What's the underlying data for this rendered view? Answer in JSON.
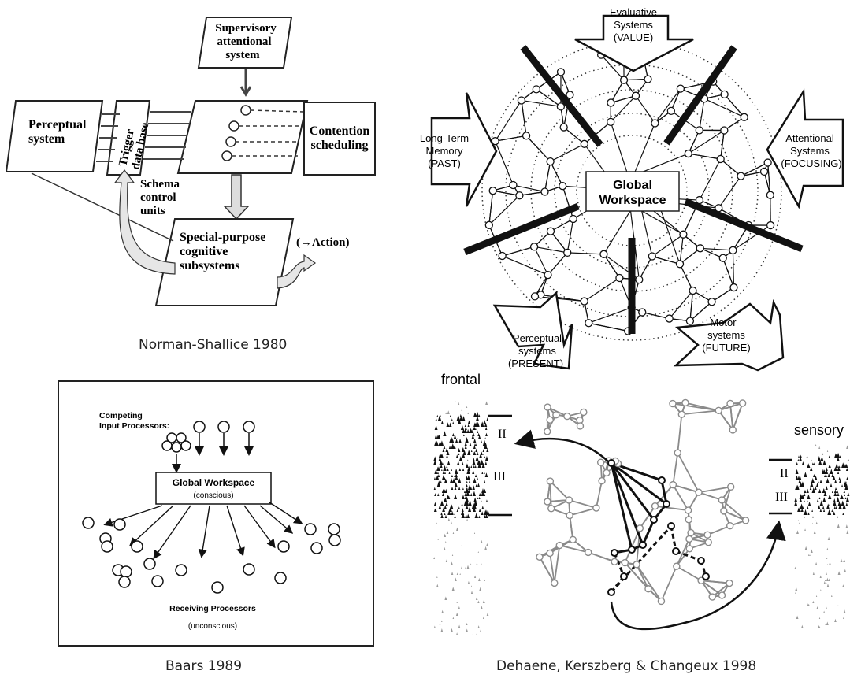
{
  "norman_shallice": {
    "caption": "Norman-Shallice 1980",
    "supervisory": [
      "Supervisory",
      "attentional",
      "system"
    ],
    "perceptual": [
      "Perceptual",
      "system"
    ],
    "trigger": [
      "Trigger",
      "data base"
    ],
    "contention": [
      "Contention",
      "scheduling"
    ],
    "schema": [
      "Schema",
      "control",
      "units"
    ],
    "special": [
      "Special-purpose",
      "cognitive",
      "subsystems"
    ],
    "action": "(→Action)"
  },
  "baars": {
    "caption": "Baars 1989",
    "competing": [
      "Competing",
      "Input Processors:"
    ],
    "workspace_title": "Global Workspace",
    "workspace_sub": "(conscious)",
    "receiving": "Receiving Processors",
    "receiving_sub": "(unconscious)"
  },
  "global_workspace": {
    "center": [
      "Global",
      "Workspace"
    ],
    "evaluative": [
      "Evaluative",
      "Systems",
      "(VALUE)"
    ],
    "attentional": [
      "Attentional",
      "Systems",
      "(FOCUSING)"
    ],
    "memory": [
      "Long-Term",
      "Memory",
      "(PAST)"
    ],
    "perceptual": [
      "Perceptual",
      "systems",
      "(PRESENT)"
    ],
    "motor": [
      "Motor",
      "systems",
      "(FUTURE)"
    ]
  },
  "dehaene": {
    "caption": "Dehaene, Kerszberg & Changeux 1998",
    "frontal": "frontal",
    "sensory": "sensory",
    "layer_ii": "II",
    "layer_iii": "III"
  },
  "colors": {
    "ink": "#111111",
    "gray_net": "#8a8a8a",
    "paper": "#ffffff"
  }
}
